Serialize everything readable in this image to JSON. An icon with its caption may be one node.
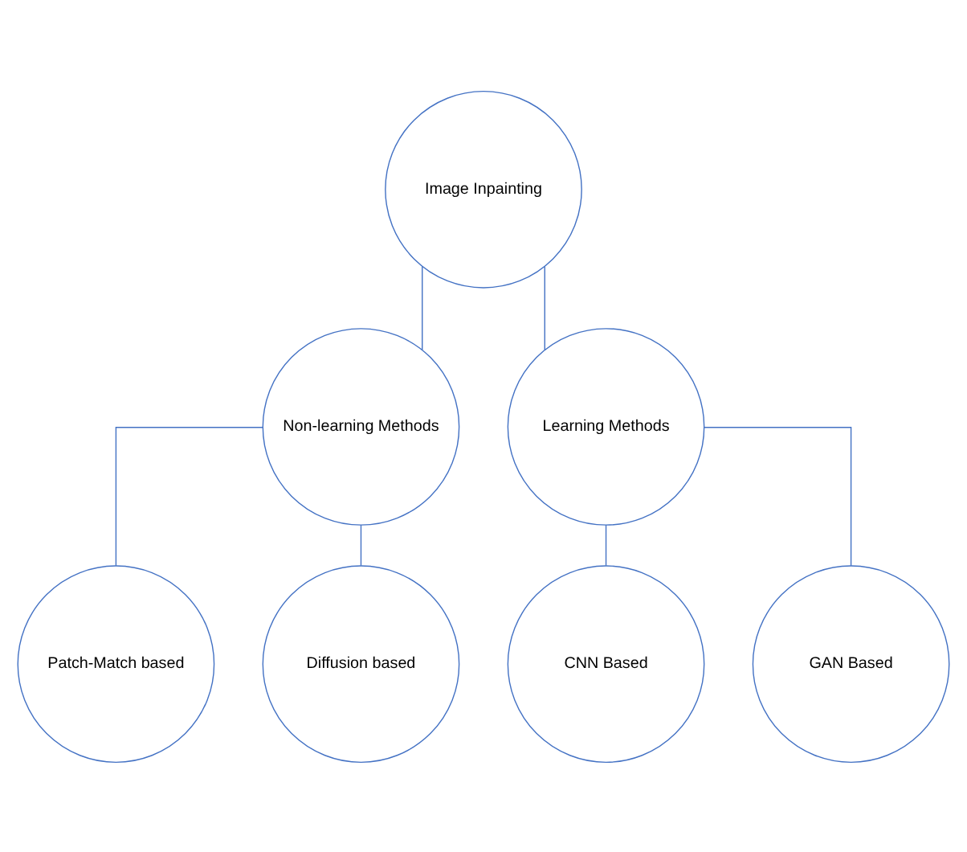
{
  "diagram": {
    "nodes": [
      {
        "text": [
          "Image Inpainting"
        ]
      },
      {
        "text": [
          "Non-learning Methods"
        ]
      },
      {
        "text": [
          "Learning Methods"
        ]
      },
      {
        "text": [
          "Patch-Match based"
        ]
      },
      {
        "text": [
          "Diffusion based"
        ]
      },
      {
        "text": [
          "CNN Based"
        ]
      },
      {
        "text": [
          "GAN Based"
        ]
      }
    ],
    "edges": [
      {
        "from": 0,
        "to": 1,
        "arrow": "none"
      },
      {
        "from": 0,
        "to": 2,
        "arrow": "none"
      },
      {
        "from": 1,
        "to": 3,
        "arrow": "none"
      },
      {
        "from": 1,
        "to": 4,
        "arrow": "none"
      },
      {
        "from": 2,
        "to": 5,
        "arrow": "none"
      },
      {
        "from": 2,
        "to": 6,
        "arrow": "none"
      }
    ]
  }
}
